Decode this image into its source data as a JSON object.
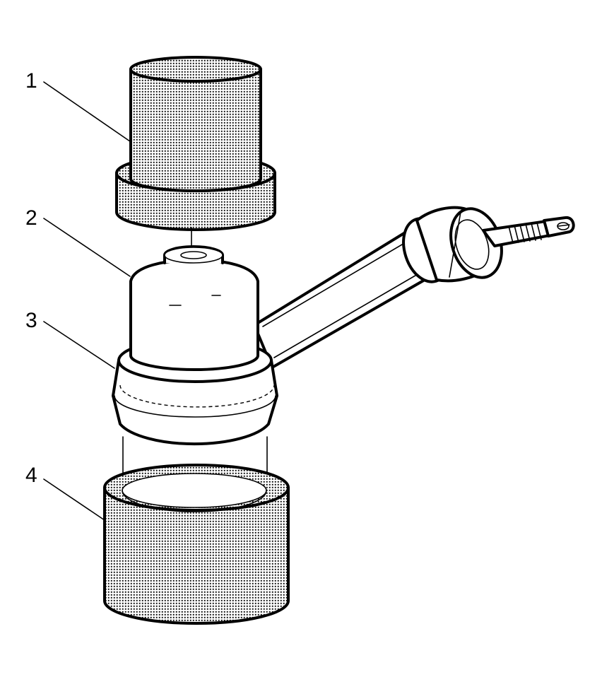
{
  "callouts": [
    {
      "number": "1"
    },
    {
      "number": "2"
    },
    {
      "number": "3"
    },
    {
      "number": "4"
    }
  ]
}
